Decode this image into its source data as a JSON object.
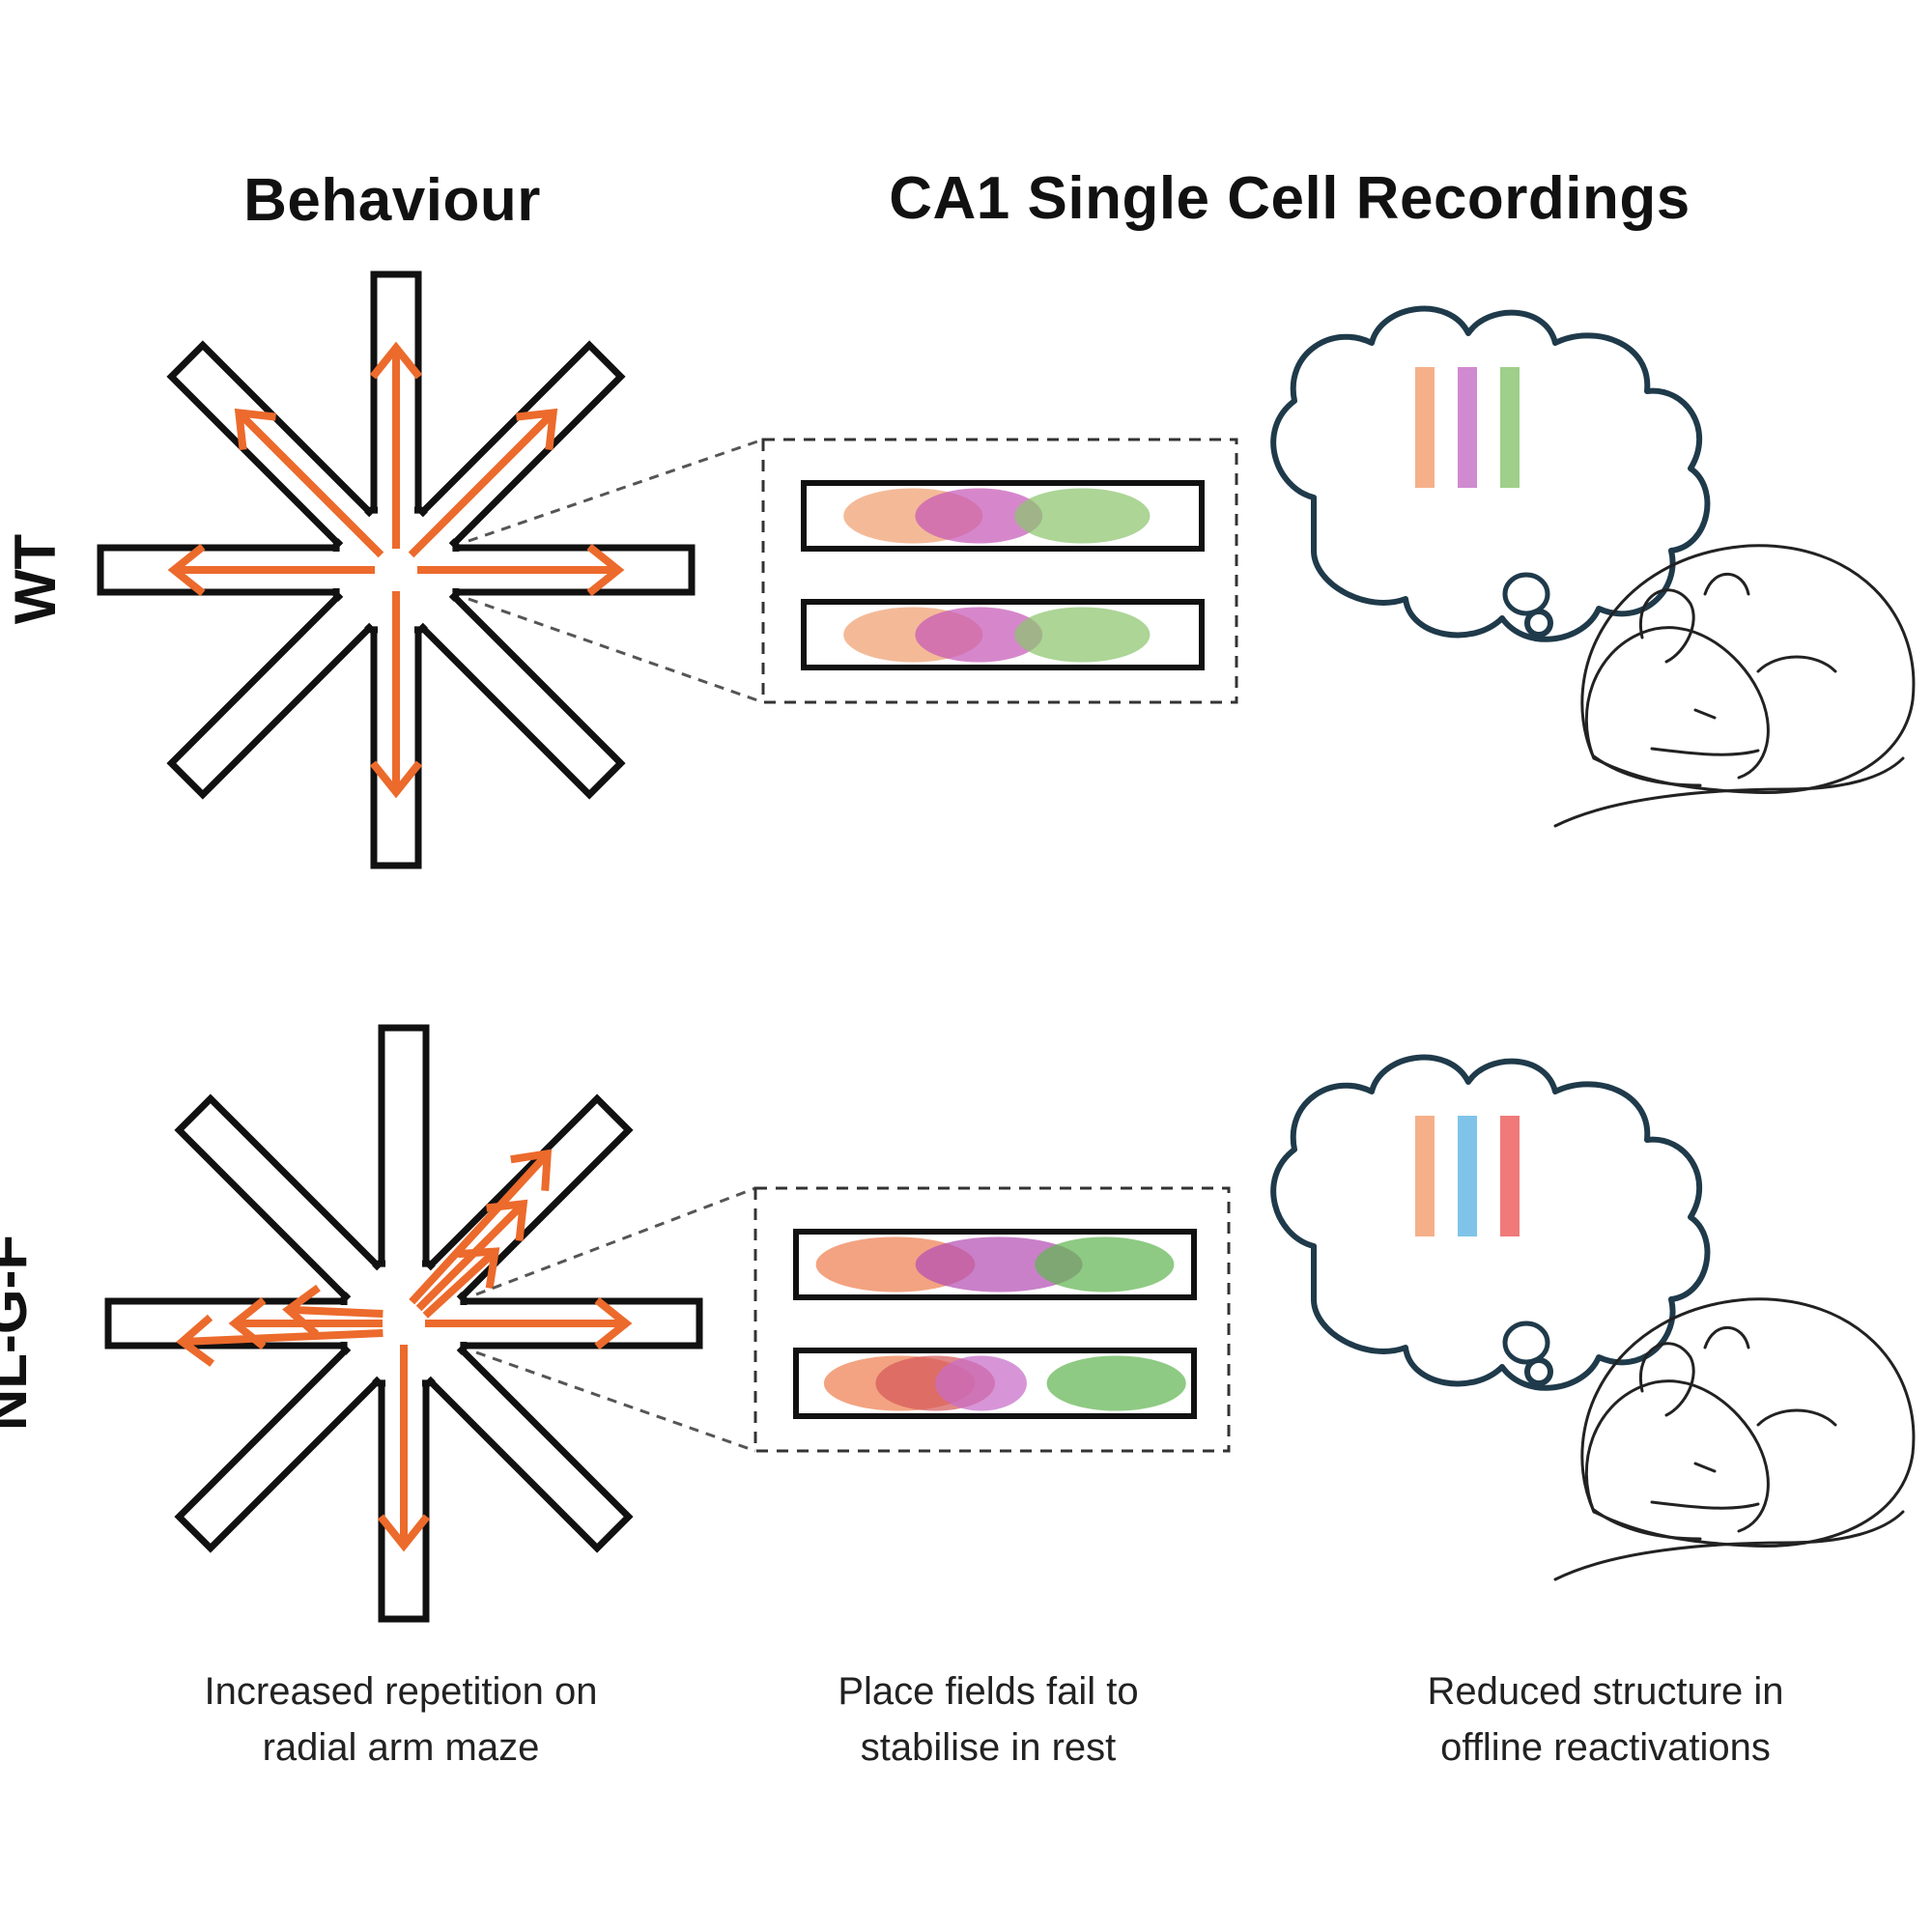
{
  "titles": {
    "behaviour": "Behaviour",
    "recordings": "CA1 Single Cell Recordings"
  },
  "rows": [
    {
      "label": "WT",
      "maze_arrows": [
        "N",
        "NE",
        "E",
        "S",
        "W",
        "NW"
      ],
      "repeated_arrows": {},
      "place_field_tracks": [
        [
          {
            "color": "#f0a070",
            "start": 0.1,
            "end": 0.45
          },
          {
            "color": "#c659b8",
            "start": 0.28,
            "end": 0.6
          },
          {
            "color": "#8cc56e",
            "start": 0.53,
            "end": 0.87
          }
        ],
        [
          {
            "color": "#f0a070",
            "start": 0.1,
            "end": 0.45
          },
          {
            "color": "#c659b8",
            "start": 0.28,
            "end": 0.6
          },
          {
            "color": "#8cc56e",
            "start": 0.53,
            "end": 0.87
          }
        ]
      ],
      "thought_bars": [
        "#f5b08a",
        "#d08ad0",
        "#9fcf8a"
      ]
    },
    {
      "label": "NL-G-F",
      "maze_arrows": [
        "NE",
        "E",
        "S",
        "W"
      ],
      "repeated_arrows": {
        "NE": 3,
        "W": 3
      },
      "place_field_tracks": [
        [
          {
            "color": "#ef8050",
            "start": 0.05,
            "end": 0.45
          },
          {
            "color": "#b44fb4",
            "start": 0.3,
            "end": 0.72
          },
          {
            "color": "#63b653",
            "start": 0.6,
            "end": 0.95
          }
        ],
        [
          {
            "color": "#ef8050",
            "start": 0.07,
            "end": 0.45
          },
          {
            "color": "#d65a5a",
            "start": 0.2,
            "end": 0.5
          },
          {
            "color": "#c86cc8",
            "start": 0.35,
            "end": 0.58
          },
          {
            "color": "#63b653",
            "start": 0.63,
            "end": 0.98
          }
        ]
      ],
      "thought_bars": [
        "#f5b08a",
        "#7fc4e8",
        "#f07a7a"
      ]
    }
  ],
  "captions": [
    {
      "line1": "Increased repetition on",
      "line2": "radial arm maze"
    },
    {
      "line1": "Place fields fail to",
      "line2": "stabilise in rest"
    },
    {
      "line1": "Reduced structure in",
      "line2": "offline reactivations"
    }
  ],
  "colors": {
    "arrow": "#ec6a2c",
    "outline": "#111111",
    "cloud": "#1f3a4a",
    "mouse": "#222222",
    "dashed": "#555555"
  }
}
